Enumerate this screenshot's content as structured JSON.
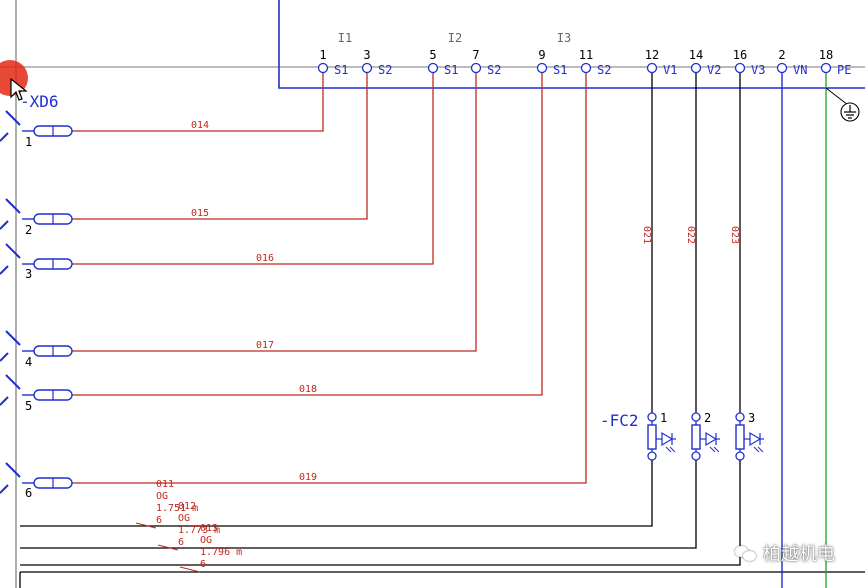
{
  "colors": {
    "blue": "#1f2fd0",
    "red": "#c0281e",
    "green": "#2aa838",
    "black": "#000000",
    "gray": "#777777",
    "cursor": "#e8301c"
  },
  "device": {
    "xd6_label": "-XD6",
    "fc2_label": "-FC2"
  },
  "groups": [
    {
      "label": "I1"
    },
    {
      "label": "I2"
    },
    {
      "label": "I3"
    }
  ],
  "terminals": [
    {
      "num": "1",
      "name": "S1"
    },
    {
      "num": "3",
      "name": "S2"
    },
    {
      "num": "5",
      "name": "S1"
    },
    {
      "num": "7",
      "name": "S2"
    },
    {
      "num": "9",
      "name": "S1"
    },
    {
      "num": "11",
      "name": "S2"
    },
    {
      "num": "12",
      "name": "V1"
    },
    {
      "num": "14",
      "name": "V2"
    },
    {
      "num": "16",
      "name": "V3"
    },
    {
      "num": "2",
      "name": "VN"
    },
    {
      "num": "18",
      "name": "PE"
    }
  ],
  "xd6_terminals": [
    {
      "num": "1",
      "wire": "014"
    },
    {
      "num": "2",
      "wire": "015"
    },
    {
      "num": "3",
      "wire": "016"
    },
    {
      "num": "4",
      "wire": "017"
    },
    {
      "num": "5",
      "wire": "018"
    },
    {
      "num": "6",
      "wire": "019"
    }
  ],
  "vertical_wires": [
    {
      "label": "021"
    },
    {
      "label": "022"
    },
    {
      "label": "023"
    }
  ],
  "fuses": [
    {
      "num": "1"
    },
    {
      "num": "2"
    },
    {
      "num": "3"
    }
  ],
  "cables": [
    {
      "id": "011",
      "type": "OG",
      "length": "1.751 m",
      "count": "6"
    },
    {
      "id": "012",
      "type": "OG",
      "length": "1.773 m",
      "count": "6"
    },
    {
      "id": "013",
      "type": "OG",
      "length": "1.796 m",
      "count": "6"
    }
  ],
  "watermark": {
    "text": "柏越机电",
    "icon": "wechat-icon"
  }
}
